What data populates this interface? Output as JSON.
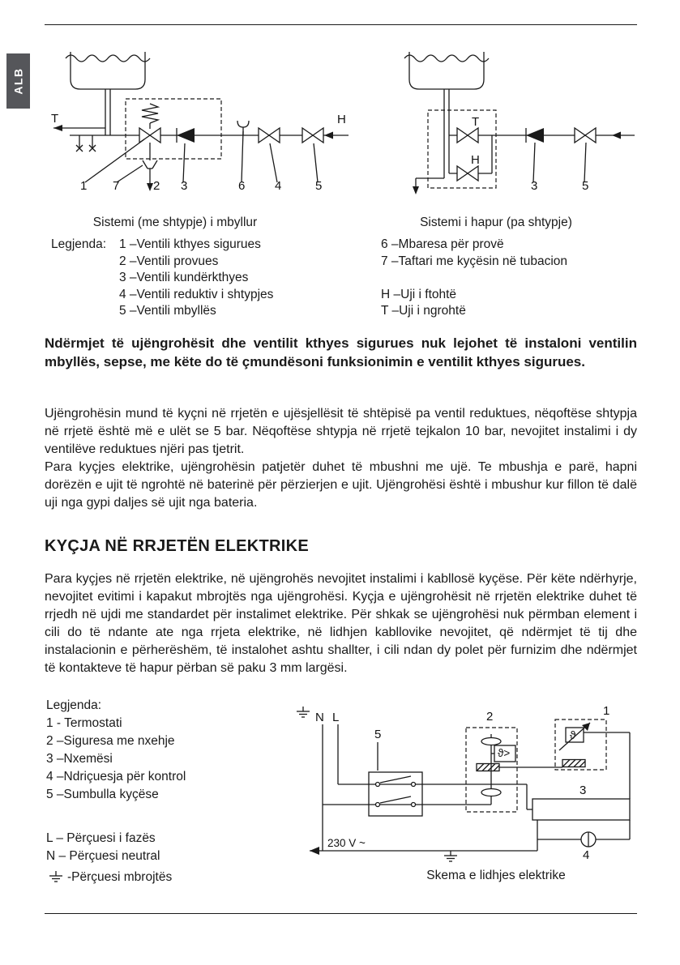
{
  "page": {
    "lang_tab": "ALB"
  },
  "diagram_closed": {
    "caption": "Sistemi (me shtypje) i mbyllur",
    "label_t": "T",
    "label_h": "H",
    "nums": [
      "1",
      "7",
      "2",
      "3",
      "6",
      "4",
      "5"
    ]
  },
  "diagram_open": {
    "caption": "Sistemi i hapur (pa shtypje)",
    "label_t": "T",
    "label_h": "H",
    "num_3": "3",
    "num_5": "5"
  },
  "legend1": {
    "title": "Legjenda:",
    "rows": [
      {
        "left": "1 –Ventili kthyes sigurues",
        "right": "6 –Mbaresa për provë"
      },
      {
        "left": "2 –Ventili provues",
        "right": "7 –Taftari me kyçësin në tubacion"
      },
      {
        "left": "3 –Ventili kundërkthyes",
        "right": ""
      },
      {
        "left": "4 –Ventili reduktiv i shtypjes",
        "right": "H –Uji i ftohtë"
      },
      {
        "left": "5 –Ventili mbyllës",
        "right": "T –Uji i ngrohtë"
      }
    ]
  },
  "warning": "Ndërmjet të ujëngrohësit dhe ventilit kthyes sigurues nuk lejohet të instaloni ventilin mbyllës, sepse, me këte do të çmundësoni funksionimin e ventilit kthyes sigurues.",
  "para1": "Ujëngrohësin mund të kyçni në rrjetën e ujësjellësit të shtëpisë pa ventil reduktues, nëqoftëse shtypja në rrjetë është më e ulët se 5 bar. Nëqoftëse shtypja në rrjetë tejkalon 10 bar, nevojitet instalimi i dy ventilëve reduktues njëri pas tjetrit.",
  "para2": "Para kyçjes elektrike, ujëngrohësin patjetër duhet të mbushni me ujë. Te mbushja e parë, hapni dorëzën e ujit të ngrohtë në baterinë për përzierjen e ujit. Ujëngrohësi është i mbushur kur fillon të dalë uji nga gypi daljes së ujit nga bateria.",
  "section_heading": "KYÇJA NË RRJETËN ELEKTRIKE",
  "para3": "Para kyçjes në rrjetën elektrike, në ujëngrohës nevojitet instalimi i kabllosë kyçëse. Për këte ndërhyrje, nevojitet evitimi i kapakut mbrojtës nga ujëngrohësi. Kyçja e ujëngrohësit në rrjetën elektrike duhet të rrjedh në ujdi me standardet për instalimet elektrike. Për shkak se ujëngrohësi nuk përmban element i cili do të ndante ate nga rrjeta elektrike, në lidhjen kabllovike nevojitet, që ndërmjet të tij dhe instalacionin e përherëshëm, të instalohet ashtu shallter, i cili ndan dy polet për furnizim dhe ndërmjet të kontakteve të hapur përban së paku 3 mm largësi.",
  "legend2": {
    "title": "Legjenda:",
    "items": [
      "1 - Termostati",
      "2 –Siguresa me nxehje",
      "3 –Nxemësi",
      "4 –Ndriçuesja për kontrol",
      "5 –Sumbulla kyçëse"
    ],
    "wires": [
      "L – Përçuesi i fazës",
      "N – Përçuesi neutral"
    ],
    "ground_text": "-Përçuesi mbrojtës"
  },
  "electrical": {
    "caption": "Skema e lidhjes elektrike",
    "label_n": "N",
    "label_l": "L",
    "num_1": "1",
    "num_2": "2",
    "num_3": "3",
    "num_4": "4",
    "num_5": "5",
    "thermostat_symbol": "ϑ",
    "fuse_symbol": "ϑ>",
    "voltage": "230 V ~"
  }
}
